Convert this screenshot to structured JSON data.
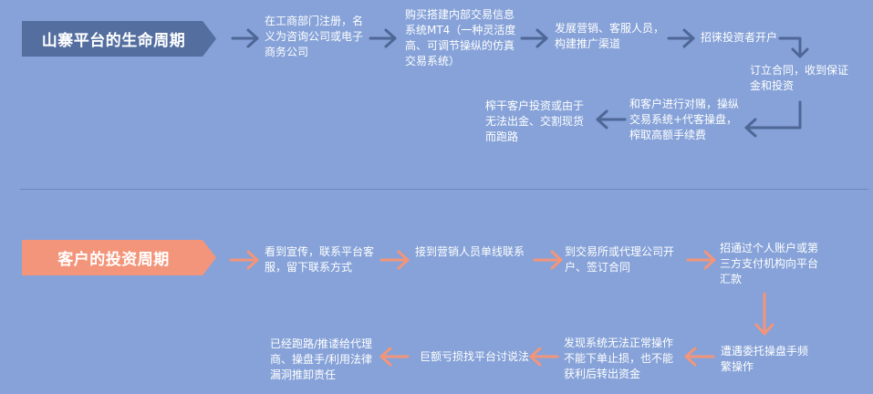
{
  "sections": {
    "top_title": "山寨平台的生命周期",
    "bottom_title": "客户的投资周期"
  },
  "colors": {
    "background": "#86a2d8",
    "top_banner": "#536e9f",
    "top_arrow": "#4e6797",
    "bottom_banner": "#f3957a",
    "bottom_arrow": "#f3957a",
    "text": "#ffffff"
  },
  "top_steps": {
    "s1": "在工商部门注册，名义为咨询公司或电子商务公司",
    "s2": "购买搭建内部交易信息系统MT4（一种灵活度高、可调节操纵的仿真交易系统）",
    "s3": "发展营销、客服人员，构建推广渠道",
    "s4": "招徕投资者开户",
    "s5": "订立合同，收到保证金和投资",
    "s6": "和客户进行对赌，操纵交易系统+代客操盘，榨取高额手续费",
    "s7": "榨干客户投资或由于无法出金、交割现货而跑路"
  },
  "bottom_steps": {
    "s1": "看到宣传，联系平台客服，留下联系方式",
    "s2": "接到营销人员单线联系",
    "s3": "到交易所或代理公司开户、签订合同",
    "s4": "招通过个人账户或第三方支付机构向平台汇款",
    "s5": "遭遇委托操盘手频繁操作",
    "s6": "发现系统无法正常操作不能下单止损，也不能获利后转出资金",
    "s7": "巨额亏损找平台讨说法",
    "s8": "已经跑路/推诿给代理商、操盘手/利用法律漏洞推卸责任"
  }
}
